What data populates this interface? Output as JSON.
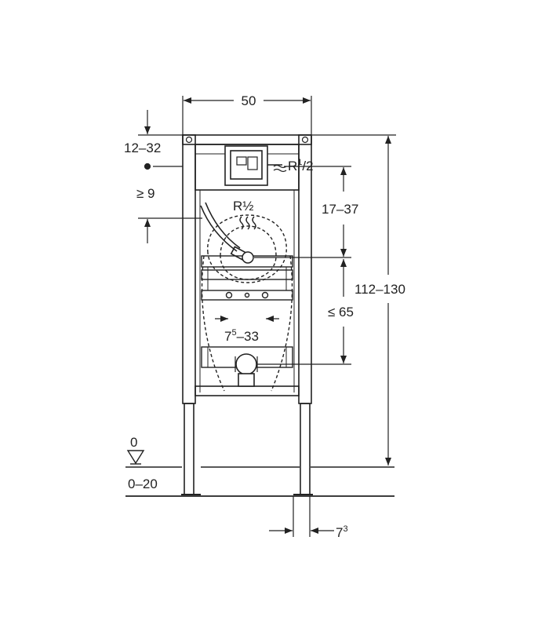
{
  "labels": {
    "width": "50",
    "top_offset": "12–32",
    "min_gap": "≥ 9",
    "pipe_right_base": "R",
    "pipe_right_frac_num": "1",
    "pipe_right_frac_den": "/2",
    "pipe_center": "R½",
    "span_17_37": "17–37",
    "height": "112–130",
    "max_65": "≤ 65",
    "fix_base": "7",
    "fix_sup": "5",
    "fix_rest": "–33",
    "floor_zero": "0",
    "floor_range": "0–20",
    "foot_base": "7",
    "foot_sup": "3"
  },
  "colors": {
    "line": "#222222",
    "frame_fill": "#ffffff",
    "background": "#ffffff"
  },
  "icons": [
    "floor-level-triangle-icon",
    "water-inlet-icon",
    "drain-elbow-icon",
    "flush-valve-box-icon"
  ]
}
